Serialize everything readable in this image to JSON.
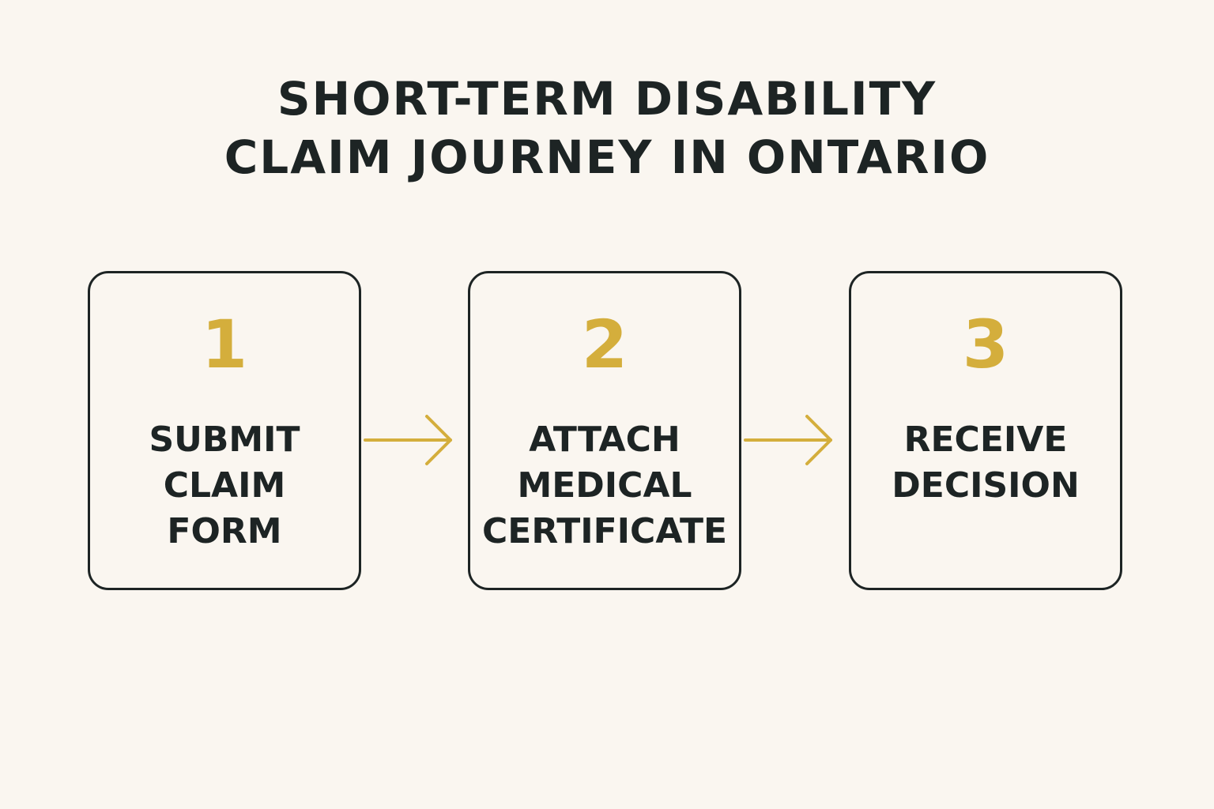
{
  "title": {
    "lines": [
      "SHORT-TERM DISABILITY",
      "CLAIM JOURNEY IN ONTARIO"
    ]
  },
  "colors": {
    "background": "#faf6f0",
    "text": "#1d2424",
    "accent": "#d4ae3c",
    "border": "#1d2424"
  },
  "steps": [
    {
      "number": "1",
      "label_lines": [
        "SUBMIT",
        "CLAIM",
        "FORM"
      ]
    },
    {
      "number": "2",
      "label_lines": [
        "ATTACH",
        "MEDICAL",
        "CERTIFICATE"
      ]
    },
    {
      "number": "3",
      "label_lines": [
        "RECEIVE",
        "DECISION"
      ]
    }
  ],
  "connectors": [
    {
      "from": "1",
      "to": "2",
      "icon": "arrow-right-icon"
    },
    {
      "from": "2",
      "to": "3",
      "icon": "arrow-right-icon"
    }
  ]
}
